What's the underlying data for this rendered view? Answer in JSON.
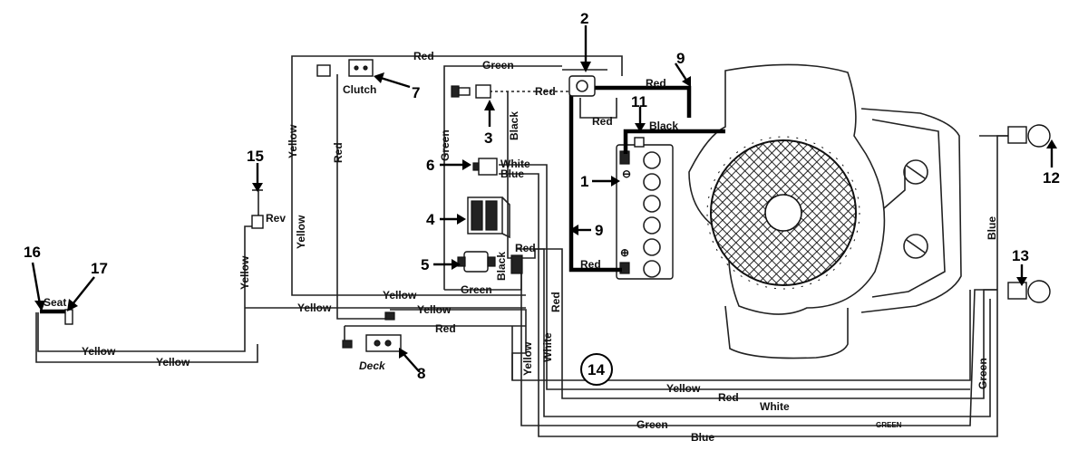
{
  "wire_labels": {
    "red_top": "Red",
    "green_top": "Green",
    "red_switch": "Red",
    "red_9": "Red",
    "red_under_solenoid": "Red",
    "black_11": "Black",
    "black_3": "Black",
    "green_vertical": "Green",
    "white_6": "White",
    "blue_6": "Blue",
    "red_5": "Red",
    "black_5": "Black",
    "red_battery": "Red",
    "green_bottom_left": "Green",
    "yellow_clutch_vertical": "Yellow",
    "red_clutch_vertical": "Red",
    "yellow_middle_vertical": "Yellow",
    "yellow_rev_vertical": "Yellow",
    "yellow_h1": "Yellow",
    "yellow_h2": "Yellow",
    "yellow_h3": "Yellow",
    "red_deck": "Red",
    "yellow_seat_1": "Yellow",
    "yellow_seat_2": "Yellow",
    "red_vertical_right": "Red",
    "white_vertical": "White",
    "yellow_vertical_right": "Yellow",
    "yellow_bottom": "Yellow",
    "red_bottom": "Red",
    "white_bottom": "White",
    "green_bottom": "Green",
    "green_small": "GREEN",
    "blue_bottom": "Blue",
    "blue_right": "Blue",
    "green_right": "Green"
  },
  "component_labels": {
    "clutch": "Clutch",
    "rev": "Rev",
    "seat": "Seat",
    "deck": "Deck",
    "battery_neg": "⊖",
    "battery_pos": "⊕"
  },
  "callouts": {
    "n1": "1",
    "n2": "2",
    "n3": "3",
    "n4": "4",
    "n5": "5",
    "n6": "6",
    "n7": "7",
    "n8": "8",
    "n9a": "9",
    "n9b": "9",
    "n11": "11",
    "n12": "12",
    "n13": "13",
    "n14": "14",
    "n15": "15",
    "n16": "16",
    "n17": "17"
  }
}
